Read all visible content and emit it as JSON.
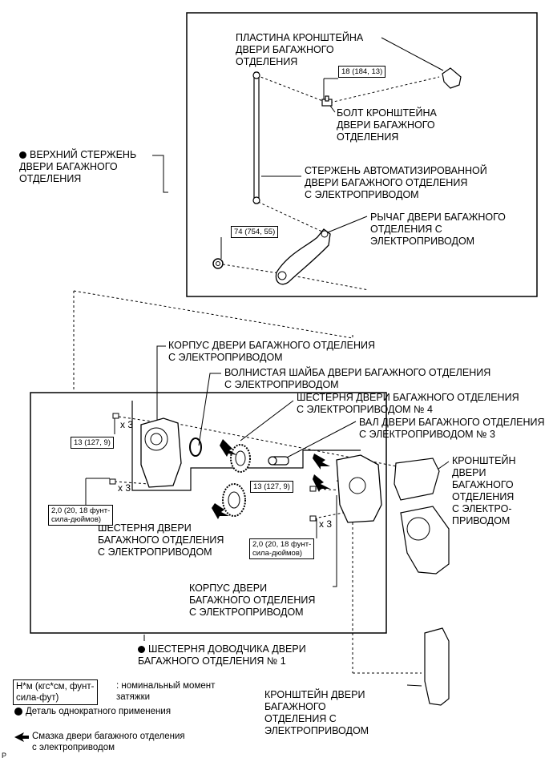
{
  "labels": {
    "plate": "ПЛАСТИНА КРОНШТЕЙНА\nДВЕРИ БАГАЖНОГО\nОТДЕЛЕНИЯ",
    "bolt": "БОЛТ КРОНШТЕЙНА\nДВЕРИ БАГАЖНОГО\nОТДЕЛЕНИЯ",
    "upper_rod": "ВЕРХНИЙ СТЕРЖЕНЬ\nДВЕРИ БАГАЖНОГО\nОТДЕЛЕНИЯ",
    "power_rod": "СТЕРЖЕНЬ АВТОМАТИЗИРОВАННОЙ\nДВЕРИ БАГАЖНОГО ОТДЕЛЕНИЯ\nС ЭЛЕКТРОПРИВОДОМ",
    "lever": "РЫЧАГ ДВЕРИ БАГАЖНОГО\nОТДЕЛЕНИЯ С\nЭЛЕКТРОПРИВОДОМ",
    "housing_top": "КОРПУС ДВЕРИ БАГАЖНОГО ОТДЕЛЕНИЯ\nС ЭЛЕКТРОПРИВОДОМ",
    "washer": "ВОЛНИСТАЯ ШАЙБА ДВЕРИ БАГАЖНОГО ОТДЕЛЕНИЯ\nС ЭЛЕКТРОПРИВОДОМ",
    "gear4": "ШЕСТЕРНЯ ДВЕРИ БАГАЖНОГО ОТДЕЛЕНИЯ\nС ЭЛЕКТРОПРИВОДОМ № 4",
    "shaft3": "ВАЛ ДВЕРИ БАГАЖНОГО ОТДЕЛЕНИЯ\nС ЭЛЕКТРОПРИВОДОМ № 3",
    "bracket_right": "КРОНШТЕЙН\nДВЕРИ\nБАГАЖНОГО\nОТДЕЛЕНИЯ\nС ЭЛЕКТРО-\nПРИВОДОМ",
    "gear": "ШЕСТЕРНЯ ДВЕРИ\nБАГАЖНОГО ОТДЕЛЕНИЯ\nС ЭЛЕКТРОПРИВОДОМ",
    "housing_bottom": "КОРПУС ДВЕРИ\nБАГАЖНОГО ОТДЕЛЕНИЯ\nС ЭЛЕКТРОПРИВОДОМ",
    "closer_gear": "ШЕСТЕРНЯ ДОВОДЧИКА ДВЕРИ\nБАГАЖНОГО ОТДЕЛЕНИЯ № 1",
    "bracket_bottom": "КРОНШТЕЙН ДВЕРИ\nБАГАЖНОГО\nОТДЕЛЕНИЯ С\nЭЛЕКТРОПРИВОДОМ"
  },
  "torques": {
    "t18": "18 (184, 13)",
    "t74": "74 (754, 55)",
    "t13a": "13 (127, 9)",
    "t13b": "13 (127, 9)",
    "t20a": "2,0 (20, 18 фунт-\nсила-дюймов)",
    "t20b": "2,0 (20, 18 фунт-\nсила-дюймов)"
  },
  "multipliers": {
    "a": "x 3",
    "b": "x 3",
    "c": "x 3"
  },
  "legend": {
    "units_box": "Н*м (кгс*см, фунт-\nсила-фут)",
    "units_desc": ": номинальный момент\nзатяжки",
    "non_reusable": "Деталь однократного применения",
    "grease": "Смазка двери багажного отделения\nс электроприводом"
  },
  "corner_mark": "P"
}
